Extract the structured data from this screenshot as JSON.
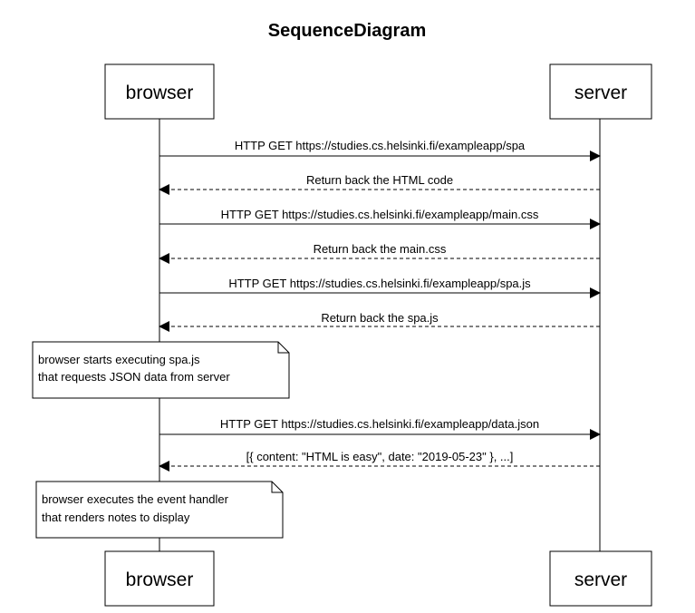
{
  "diagram": {
    "title": "SequenceDiagram",
    "participants": [
      {
        "id": "browser",
        "label": "browser"
      },
      {
        "id": "server",
        "label": "server"
      }
    ],
    "steps": [
      {
        "kind": "message",
        "from": "browser",
        "to": "server",
        "style": "solid",
        "label": "HTTP GET https://studies.cs.helsinki.fi/exampleapp/spa"
      },
      {
        "kind": "message",
        "from": "server",
        "to": "browser",
        "style": "dashed",
        "label": "Return back the HTML code"
      },
      {
        "kind": "message",
        "from": "browser",
        "to": "server",
        "style": "solid",
        "label": "HTTP GET https://studies.cs.helsinki.fi/exampleapp/main.css"
      },
      {
        "kind": "message",
        "from": "server",
        "to": "browser",
        "style": "dashed",
        "label": "Return back the main.css"
      },
      {
        "kind": "message",
        "from": "browser",
        "to": "server",
        "style": "solid",
        "label": "HTTP GET https://studies.cs.helsinki.fi/exampleapp/spa.js"
      },
      {
        "kind": "message",
        "from": "server",
        "to": "browser",
        "style": "dashed",
        "label": "Return back the spa.js"
      },
      {
        "kind": "note",
        "over": "browser",
        "lines": [
          "browser starts executing spa.js",
          "that requests JSON data from server"
        ]
      },
      {
        "kind": "message",
        "from": "browser",
        "to": "server",
        "style": "solid",
        "label": "HTTP GET https://studies.cs.helsinki.fi/exampleapp/data.json"
      },
      {
        "kind": "message",
        "from": "server",
        "to": "browser",
        "style": "dashed",
        "label": "[{ content: \"HTML is easy\", date: \"2019-05-23\" }, ...]"
      },
      {
        "kind": "note",
        "over": "browser",
        "lines": [
          "browser executes the event handler",
          "that renders notes to display"
        ]
      }
    ]
  }
}
